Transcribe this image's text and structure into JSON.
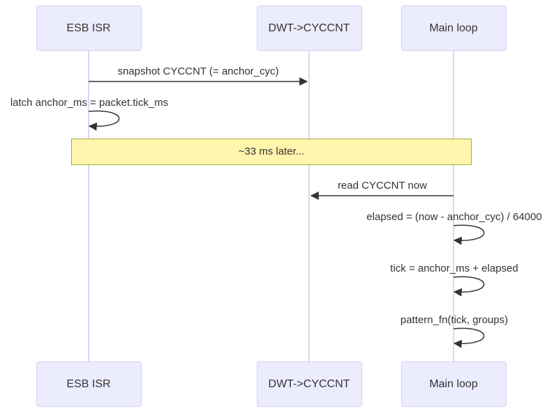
{
  "actors": [
    {
      "id": "esb",
      "label": "ESB ISR"
    },
    {
      "id": "dwt",
      "label": "DWT->CYCCNT"
    },
    {
      "id": "main",
      "label": "Main loop"
    }
  ],
  "messages": [
    {
      "from": "esb",
      "to": "dwt",
      "label": "snapshot CYCCNT (= anchor_cyc)"
    },
    {
      "from": "esb",
      "to": "esb",
      "label": "latch anchor_ms = packet.tick_ms"
    },
    {
      "from": "main",
      "to": "dwt",
      "label": "read CYCCNT now"
    },
    {
      "from": "main",
      "to": "main",
      "label": "elapsed = (now - anchor_cyc) / 64000"
    },
    {
      "from": "main",
      "to": "main",
      "label": "tick = anchor_ms + elapsed"
    },
    {
      "from": "main",
      "to": "main",
      "label": "pattern_fn(tick, groups)"
    }
  ],
  "note": {
    "label": "~33 ms later..."
  },
  "colors": {
    "actor_fill": "#ececff",
    "actor_border": "#d5cfef",
    "lifeline": "#dcd7ef",
    "note_fill": "#fff5ad",
    "note_border": "#aaaa33",
    "text": "#333333"
  }
}
